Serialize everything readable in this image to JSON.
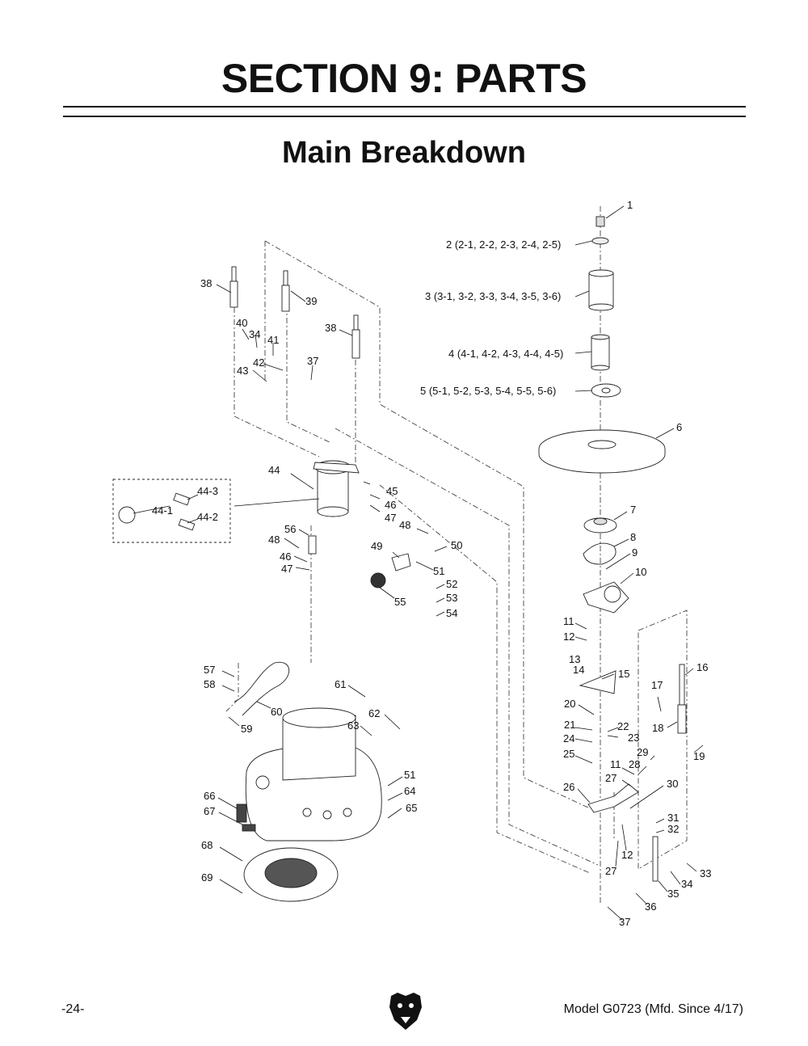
{
  "header": {
    "title": "SECTION 9: PARTS",
    "subtitle": "Main Breakdown"
  },
  "labels": {
    "p1": "1",
    "p2": "2 (2-1, 2-2, 2-3, 2-4, 2-5)",
    "p3": "3 (3-1, 3-2, 3-3, 3-4, 3-5, 3-6)",
    "p4": "4 (4-1, 4-2, 4-3, 4-4, 4-5)",
    "p5": "5 (5-1, 5-2, 5-3, 5-4, 5-5, 5-6)",
    "p6": "6",
    "p7": "7",
    "p8": "8",
    "p9": "9",
    "p10": "10",
    "p11a": "11",
    "p11b": "11",
    "p12a": "12",
    "p12b": "12",
    "p13": "13",
    "p14": "14",
    "p15": "15",
    "p16": "16",
    "p17": "17",
    "p18": "18",
    "p19": "19",
    "p20": "20",
    "p21": "21",
    "p22": "22",
    "p23": "23",
    "p24": "24",
    "p25": "25",
    "p26": "26",
    "p27a": "27",
    "p27b": "27",
    "p28": "28",
    "p29": "29",
    "p30": "30",
    "p31": "31",
    "p32": "32",
    "p33": "33",
    "p34a": "34",
    "p34b": "34",
    "p35": "35",
    "p36": "36",
    "p37a": "37",
    "p37b": "37",
    "p38a": "38",
    "p38b": "38",
    "p39": "39",
    "p40": "40",
    "p41": "41",
    "p42": "42",
    "p43": "43",
    "p44": "44",
    "p44_1": "44-1",
    "p44_2": "44-2",
    "p44_3": "44-3",
    "p45": "45",
    "p46a": "46",
    "p46b": "46",
    "p47a": "47",
    "p47b": "47",
    "p48a": "48",
    "p48b": "48",
    "p49": "49",
    "p50": "50",
    "p51a": "51",
    "p51b": "51",
    "p52": "52",
    "p53": "53",
    "p54": "54",
    "p55": "55",
    "p56": "56",
    "p57": "57",
    "p58": "58",
    "p59": "59",
    "p60": "60",
    "p61": "61",
    "p62": "62",
    "p63": "63",
    "p64": "64",
    "p65": "65",
    "p66": "66",
    "p67": "67",
    "p68": "68",
    "p69": "69"
  },
  "footer": {
    "page_number": "-24-",
    "model": "Model G0723 (Mfd. Since 4/17)",
    "logo_icon": "bear-head-icon"
  }
}
